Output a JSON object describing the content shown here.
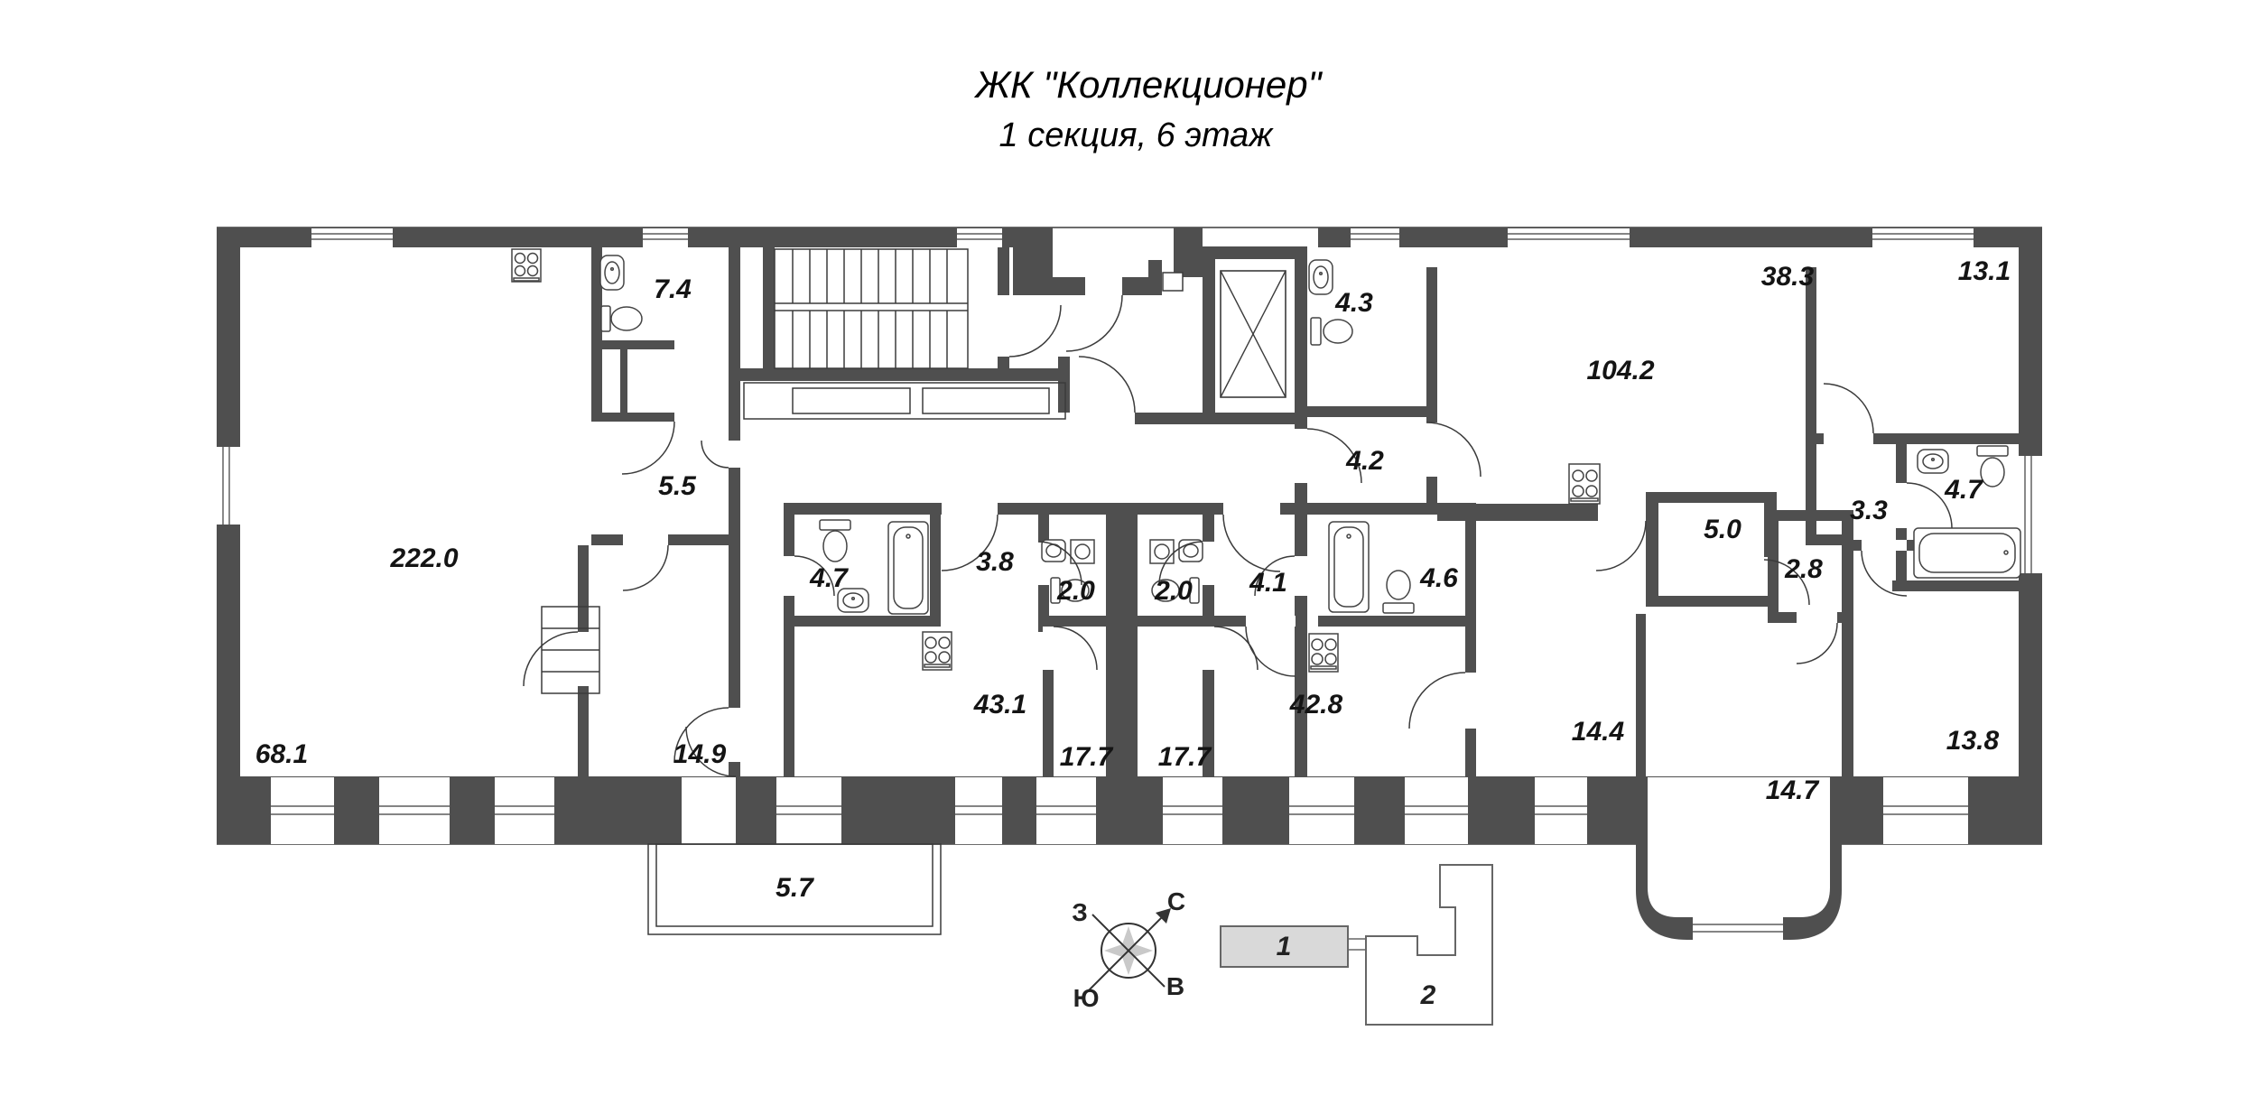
{
  "title": {
    "line1": "ЖК \"Коллекционер\"",
    "line2": "1 секция, 6 этаж"
  },
  "areas": {
    "left_unit_total": "222.0",
    "left_unit_lower": "68.1",
    "left_unit_bathroom": "7.4",
    "left_unit_hall": "5.5",
    "left_unit_room": "14.9",
    "balcony": "5.7",
    "apt1_bathroom": "4.7",
    "apt1_hall": "3.8",
    "apt1_wc": "2.0",
    "apt2_wc": "2.0",
    "apt1_total": "43.1",
    "apt1_bedroom": "17.7",
    "apt2_bedroom": "17.7",
    "apt2_hall": "4.1",
    "apt2_bathroom": "4.6",
    "apt2_total": "42.8",
    "apt3_bathroom_small": "4.3",
    "apt3_hall": "4.2",
    "apt3_total": "104.2",
    "apt3_living": "38.3",
    "apt3_bedroom1": "13.1",
    "apt3_bathroom": "4.7",
    "apt3_hall2": "3.3",
    "apt3_storage": "5.0",
    "apt3_wardrobe": "2.8",
    "apt3_corridor": "14.4",
    "apt3_bay_room": "14.7",
    "apt3_bedroom2": "13.8"
  },
  "compass": {
    "north": "С",
    "south": "Ю",
    "west": "З",
    "east": "В"
  },
  "keyplan": {
    "section1": "1",
    "section2": "2"
  },
  "colors": {
    "wall": "#4f4f4f",
    "line": "#3b3b3b",
    "text": "#141414",
    "keyplan_highlight": "#d9d9d9"
  }
}
